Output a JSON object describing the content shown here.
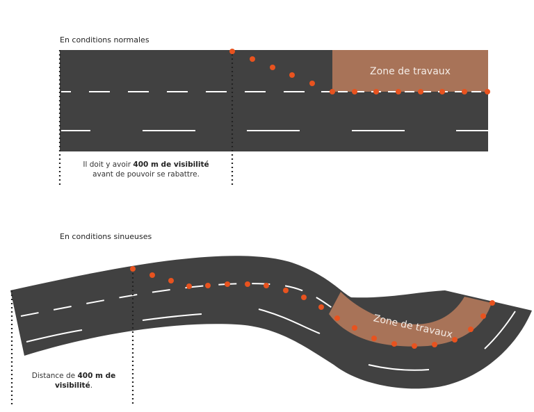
{
  "diagram": {
    "normal": {
      "heading": "En conditions normales",
      "zone_label": "Zone de travaux",
      "caption": {
        "pre": "Il doit y avoir ",
        "bold": "400 m de visibilité",
        "post": "avant de pouvoir se rabattre."
      }
    },
    "sinuous": {
      "heading": "En conditions sinueuses",
      "zone_label": "Zone de travaux",
      "caption": {
        "pre": "Distance de ",
        "bold1": "400 m de",
        "bold2": "visibilité",
        "post": "."
      }
    }
  },
  "colors": {
    "road": "#414141",
    "zone": "#a87358",
    "dots": "#e8531f",
    "lane": "#ffffff"
  }
}
